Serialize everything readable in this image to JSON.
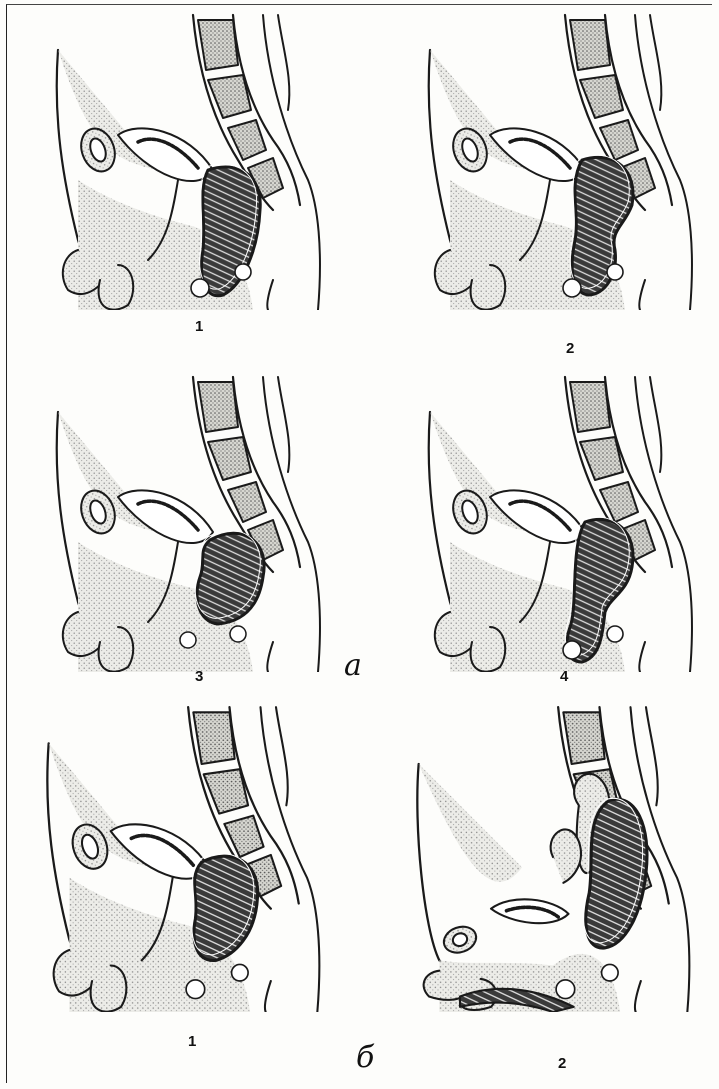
{
  "figure": {
    "group_a_label": "а",
    "group_b_label": "б",
    "group_a_panels": [
      {
        "number": "1"
      },
      {
        "number": "2"
      },
      {
        "number": "3"
      },
      {
        "number": "4"
      }
    ],
    "group_b_panels": [
      {
        "number": "1"
      },
      {
        "number": "2"
      }
    ]
  },
  "colors": {
    "ink": "#1a1a1a",
    "stipple": "#9a9a9a",
    "tissue": "#e9e9e4",
    "paper": "#fdfdfb"
  }
}
